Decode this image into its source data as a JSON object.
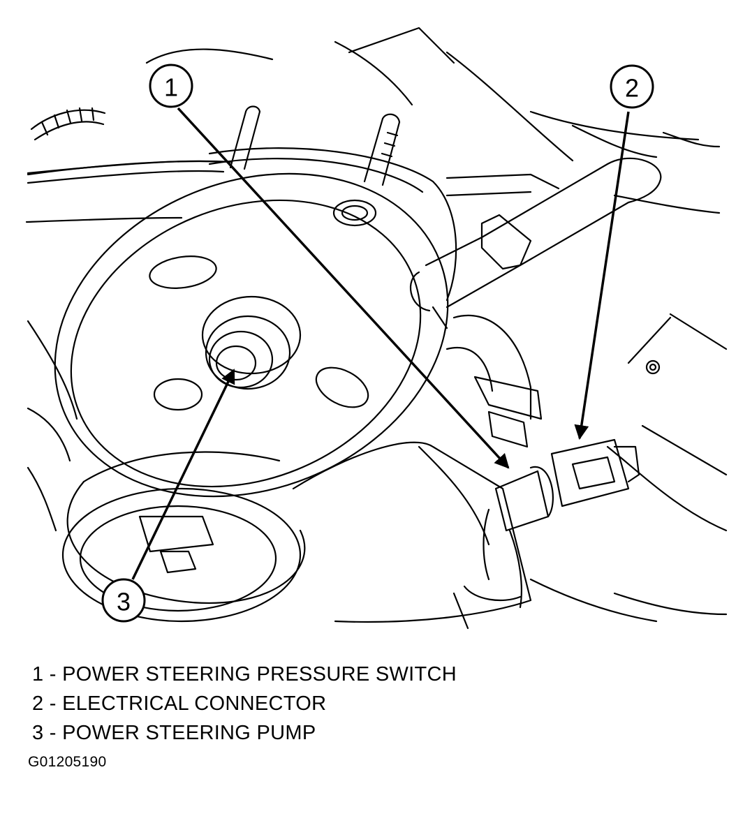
{
  "callouts": [
    {
      "number": "1"
    },
    {
      "number": "2"
    },
    {
      "number": "3"
    }
  ],
  "legend": [
    {
      "text": "1 - POWER STEERING PRESSURE SWITCH"
    },
    {
      "text": "2 - ELECTRICAL CONNECTOR"
    },
    {
      "text": "3 - POWER STEERING PUMP"
    }
  ],
  "figure_id": "G01205190"
}
